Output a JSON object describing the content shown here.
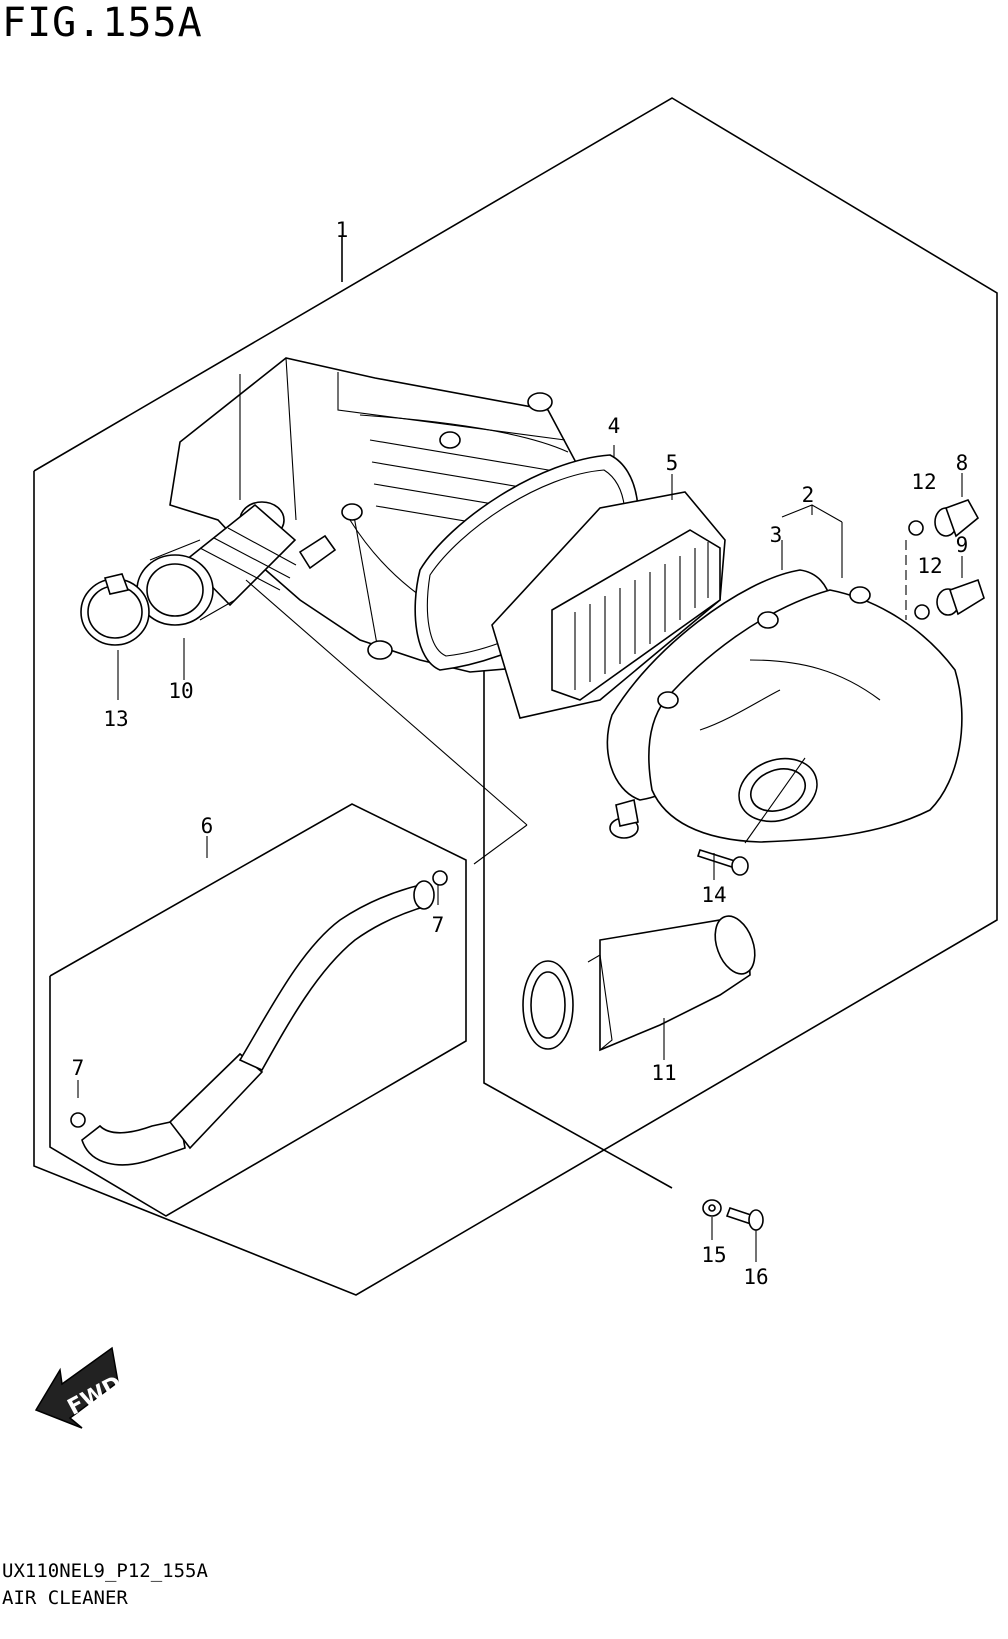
{
  "figure": {
    "title": "FIG.155A"
  },
  "footer": {
    "code": "UX110NEL9_P12_155A",
    "caption": "AIR CLEANER"
  },
  "fwd_label": "FWD",
  "callouts": {
    "c1": "1",
    "c2": "2",
    "c3": "3",
    "c4": "4",
    "c5": "5",
    "c6": "6",
    "c7a": "7",
    "c7b": "7",
    "c8": "8",
    "c9": "9",
    "c10": "10",
    "c11": "11",
    "c12a": "12",
    "c12b": "12",
    "c13": "13",
    "c14": "14",
    "c15": "15",
    "c16": "16"
  }
}
